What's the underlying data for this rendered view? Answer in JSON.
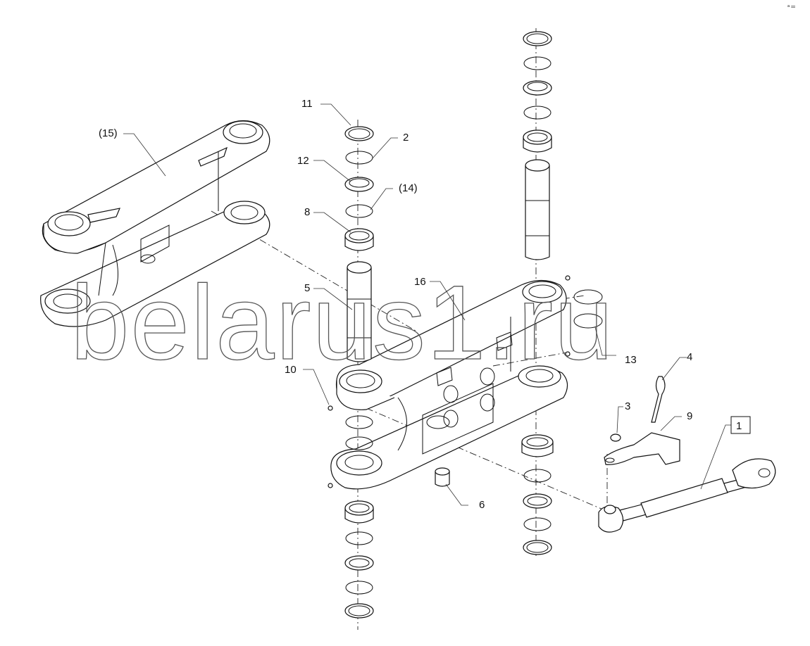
{
  "watermark": "belarus1.ru",
  "corner_mark": "ᵃ ═",
  "callouts": [
    {
      "id": "c1",
      "text": "1",
      "boxed": true
    },
    {
      "id": "c2",
      "text": "2"
    },
    {
      "id": "c3",
      "text": "3"
    },
    {
      "id": "c4",
      "text": "4"
    },
    {
      "id": "c5",
      "text": "5"
    },
    {
      "id": "c6",
      "text": "6"
    },
    {
      "id": "c8",
      "text": "8"
    },
    {
      "id": "c9",
      "text": "9"
    },
    {
      "id": "c10",
      "text": "10"
    },
    {
      "id": "c11",
      "text": "11"
    },
    {
      "id": "c12",
      "text": "12"
    },
    {
      "id": "c13",
      "text": "13"
    },
    {
      "id": "c14",
      "text": "(14)"
    },
    {
      "id": "c15",
      "text": "(15)"
    },
    {
      "id": "c16",
      "text": "16"
    }
  ]
}
